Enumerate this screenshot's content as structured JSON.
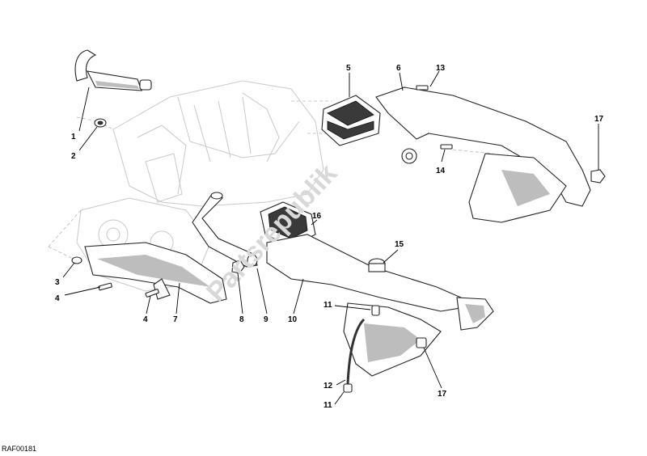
{
  "diagram": {
    "callouts": [
      "1",
      "2",
      "3",
      "4",
      "4",
      "5",
      "6",
      "7",
      "8",
      "9",
      "10",
      "11",
      "11",
      "12",
      "13",
      "14",
      "15",
      "16",
      "17",
      "17"
    ],
    "watermark": "Partsrepublik",
    "reference_code": "RAF00181"
  }
}
